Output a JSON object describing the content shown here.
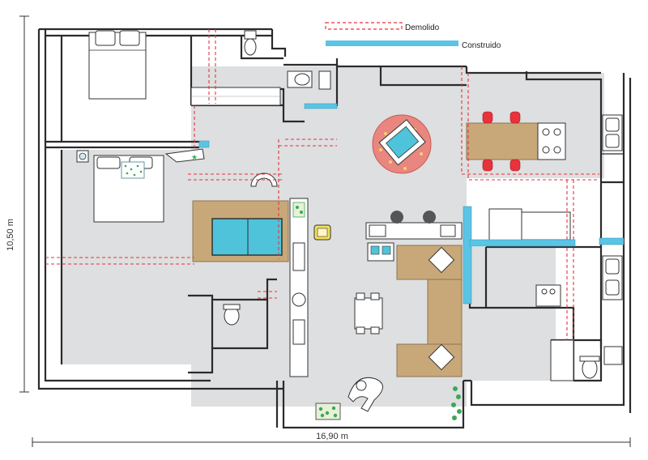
{
  "legend": {
    "demolished_label": "Demolido",
    "built_label": "Construido",
    "demolished_color": "#e8323c",
    "built_color": "#5bc4e4"
  },
  "dimensions": {
    "height_label": "10,50 m",
    "width_label": "16,90 m"
  },
  "colors": {
    "floor": "#dedfe0",
    "wood": "#c8a879",
    "walls": "#2b2b2b",
    "chairs_red": "#e8323c",
    "pool_blue": "#4fc3d9",
    "rug_pink": "#e8867f",
    "armchair_yellow": "#f4de58",
    "plants_green": "#3aa857"
  }
}
